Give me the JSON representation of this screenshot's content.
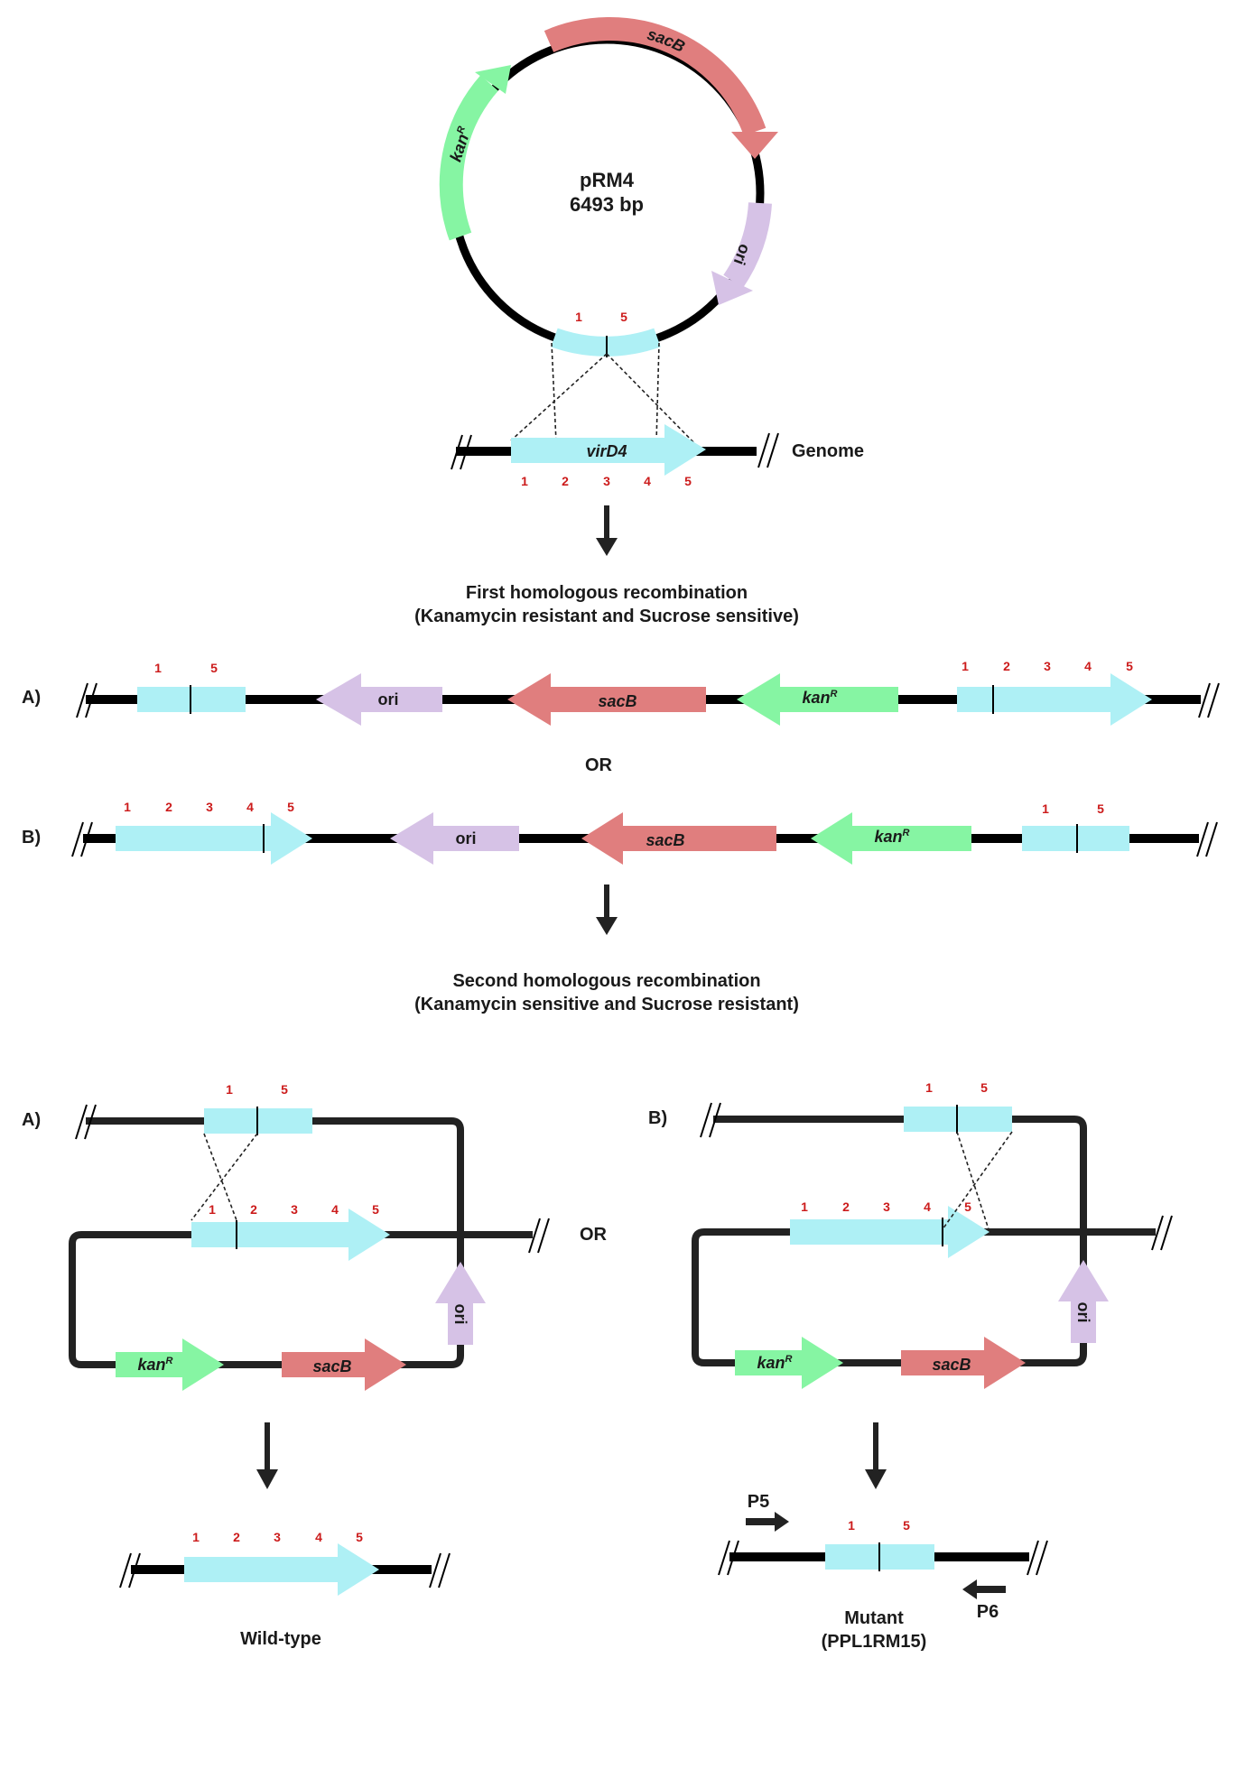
{
  "colors": {
    "virD4": "#aef0f5",
    "sacB": "#e07e7e",
    "kanR": "#86f5a3",
    "ori": "#d6c2e6",
    "backbone": "#000000",
    "numbers": "#cc1b1b"
  },
  "plasmid": {
    "name": "pRM4",
    "size": "6493 bp",
    "genes": {
      "sacB": "sacB",
      "kan": "kan",
      "kan_sup": "R",
      "ori": "ori"
    },
    "site_numbers": [
      "1",
      "5"
    ]
  },
  "genome": {
    "label": "Genome",
    "gene": "virD4",
    "numbers": [
      "1",
      "2",
      "3",
      "4",
      "5"
    ]
  },
  "step1": {
    "line1": "First homologous recombination",
    "line2": "(Kanamycin resistant and Sucrose sensitive)"
  },
  "integrate_a": {
    "label": "A)",
    "left_numbers": [
      "1",
      "5"
    ],
    "right_numbers": [
      "1",
      "2",
      "3",
      "4",
      "5"
    ],
    "ori": "ori",
    "sacB": "sacB",
    "kan": "kan",
    "kan_sup": "R"
  },
  "or_text": "OR",
  "integrate_b": {
    "label": "B)",
    "left_numbers": [
      "1",
      "2",
      "3",
      "4",
      "5"
    ],
    "right_numbers": [
      "1",
      "5"
    ],
    "ori": "ori",
    "sacB": "sacB",
    "kan": "kan",
    "kan_sup": "R"
  },
  "step2": {
    "line1": "Second homologous recombination",
    "line2": "(Kanamycin sensitive and Sucrose resistant)"
  },
  "excise_a": {
    "label": "A)",
    "top_numbers": [
      "1",
      "5"
    ],
    "mid_numbers": [
      "1",
      "2",
      "3",
      "4",
      "5"
    ],
    "kan": "kan",
    "kan_sup": "R",
    "sacB": "sacB",
    "ori": "ori"
  },
  "excise_or": "OR",
  "excise_b": {
    "label": "B)",
    "top_numbers": [
      "1",
      "5"
    ],
    "mid_numbers": [
      "1",
      "2",
      "3",
      "4",
      "5"
    ],
    "kan": "kan",
    "kan_sup": "R",
    "sacB": "sacB",
    "ori": "ori"
  },
  "wildtype": {
    "label": "Wild-type",
    "numbers": [
      "1",
      "2",
      "3",
      "4",
      "5"
    ]
  },
  "mutant": {
    "line1": "Mutant",
    "line2": "(PPL1RM15)",
    "numbers": [
      "1",
      "5"
    ],
    "primer_f": "P5",
    "primer_r": "P6"
  }
}
